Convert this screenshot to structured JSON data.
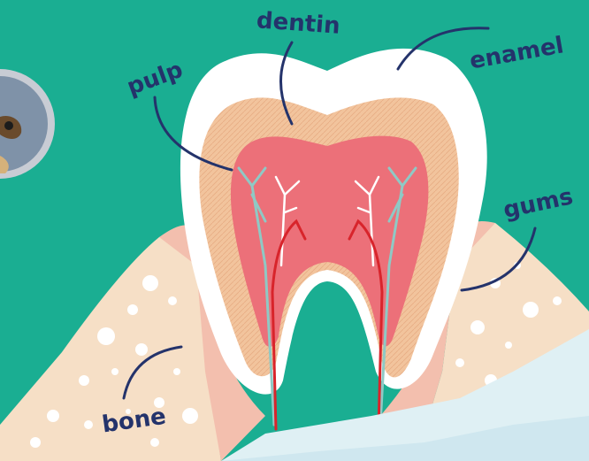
{
  "diagram": {
    "labels": {
      "pulp": "pulp",
      "dentin": "dentin",
      "enamel": "enamel",
      "gums": "gums",
      "bone": "bone"
    },
    "colors": {
      "background": "#1aae92",
      "enamel": "#ffffff",
      "dentin": "#f2c49d",
      "pulp": "#ec7079",
      "gums": "#f3bfae",
      "bone": "#f6dfc6",
      "nerve": "#8fc9c5",
      "blood_vessel": "#d8242b",
      "label_text": "#24336b"
    }
  }
}
